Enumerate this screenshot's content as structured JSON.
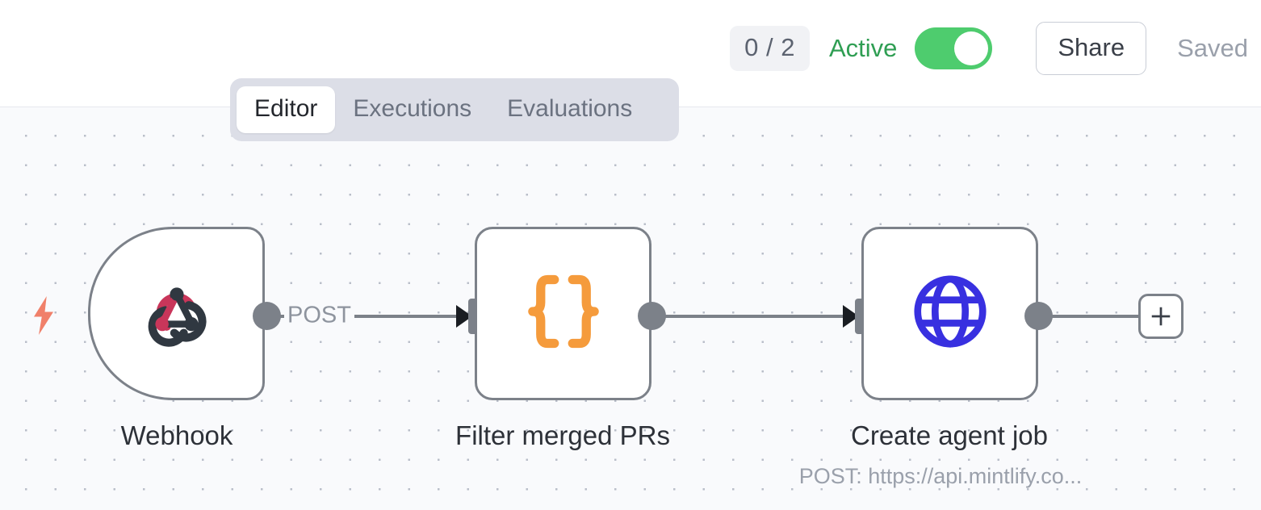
{
  "header": {
    "run_badge": "0 / 2",
    "active_label": "Active",
    "toggle_state": "on",
    "share_label": "Share",
    "saved_label": "Saved",
    "accent_green": "#4ecc6e",
    "active_text_color": "#2f9e53",
    "muted_color": "#9aa0ab"
  },
  "tabs": [
    {
      "label": "Editor",
      "active": true
    },
    {
      "label": "Executions",
      "active": false
    },
    {
      "label": "Evaluations",
      "active": false
    }
  ],
  "canvas": {
    "background": "#f9fafc",
    "dot_color": "#b9bec9",
    "nodes": [
      {
        "id": "webhook",
        "label": "Webhook",
        "sublabel": "",
        "icon": "webhook-icon",
        "icon_colors": {
          "primary": "#c9365a",
          "secondary": "#303841"
        },
        "shape": "trigger",
        "has_trigger_bolt": true,
        "bolt_color": "#f0806a"
      },
      {
        "id": "filter-merged-prs",
        "label": "Filter merged PRs",
        "sublabel": "",
        "icon": "code-braces-icon",
        "icon_colors": {
          "primary": "#f59b3c"
        },
        "shape": "rounded-square",
        "has_trigger_bolt": false
      },
      {
        "id": "create-agent-job",
        "label": "Create agent job",
        "sublabel": "POST: https://api.mintlify.co...",
        "icon": "globe-icon",
        "icon_colors": {
          "primary": "#3830e0"
        },
        "shape": "rounded-square",
        "has_trigger_bolt": false
      }
    ],
    "edges": [
      {
        "from": "webhook",
        "to": "filter-merged-prs",
        "label": "POST"
      },
      {
        "from": "filter-merged-prs",
        "to": "create-agent-job",
        "label": ""
      }
    ],
    "add_node_button": "+"
  }
}
